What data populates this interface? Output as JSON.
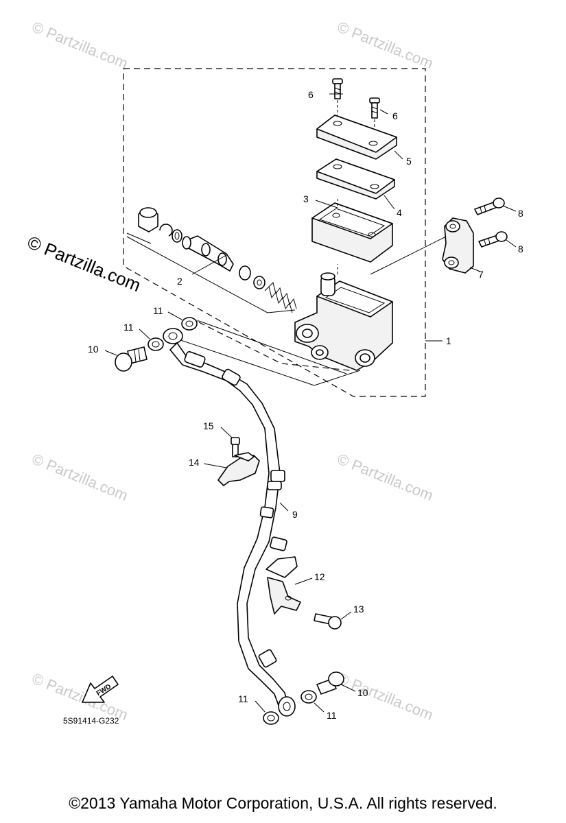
{
  "watermark": {
    "text": "© Partzilla.com",
    "prominent": "© Partzilla.com",
    "color": "#c9c9c9"
  },
  "callouts": {
    "c1": "1",
    "c2": "2",
    "c3": "3",
    "c4": "4",
    "c5": "5",
    "c6a": "6",
    "c6b": "6",
    "c7": "7",
    "c8a": "8",
    "c8b": "8",
    "c9": "9",
    "c10a": "10",
    "c10b": "10",
    "c11a": "11",
    "c11b": "11",
    "c11c": "11",
    "c11d": "11",
    "c12": "12",
    "c13": "13",
    "c14": "14",
    "c15": "15"
  },
  "fwd_label": "FWD",
  "diagram_code": "5S91414-G232",
  "copyright": "©2013  Yamaha Motor Corporation, U.S.A. All rights reserved."
}
